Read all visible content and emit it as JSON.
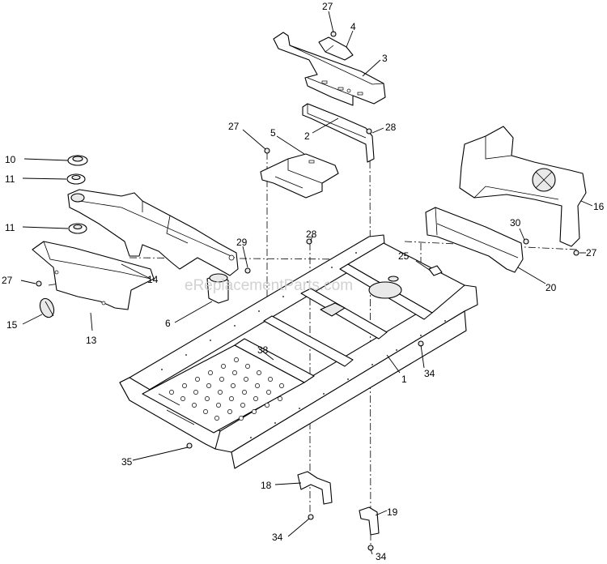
{
  "watermark": "eReplacementParts.com",
  "callouts": [
    "1",
    "2",
    "3",
    "4",
    "5",
    "6",
    "10",
    "11",
    "11",
    "13",
    "14",
    "15",
    "16",
    "18",
    "19",
    "20",
    "25",
    "27",
    "27",
    "27",
    "27",
    "28",
    "28",
    "29",
    "30",
    "34",
    "34",
    "34",
    "35",
    "38"
  ]
}
